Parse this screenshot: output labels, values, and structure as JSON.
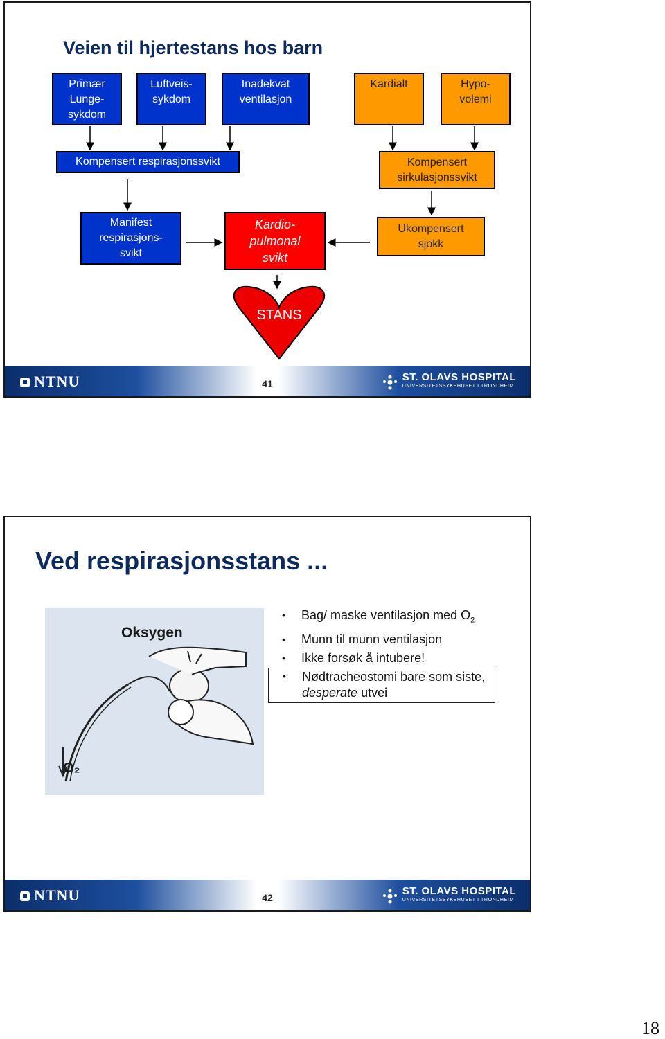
{
  "slide1": {
    "title": "Veien til hjertestans hos barn",
    "row1": [
      "Primær\nLunge-\nsykdom",
      "Luftveis-\nsykdom",
      "Inadekvat\nventilasjon",
      "Kardialt",
      "Hypo-\nvolemi"
    ],
    "comp_resp": "Kompensert respirasjonssvikt",
    "comp_circ": "Kompensert\nsirkulasjonssvikt",
    "manifest": "Manifest\nrespirasjons-\nsvikt",
    "kardio": "Kardio-\npulmonal\nsvikt",
    "ukomp": "Ukompensert\nsjokk",
    "stans": "STANS",
    "page": "41"
  },
  "slide2": {
    "title": "Ved respirasjonsstans ...",
    "picture_label": "Oksygen",
    "picture_o2": "O₂",
    "bullet1": "Bag/ maske ventilasjon med O",
    "bullet1_sub": "2",
    "bullet2": "Munn til munn ventilasjon",
    "bullet3": "Ikke forsøk å intubere!",
    "bullet4": "Nødtracheostomi bare som siste,",
    "bullet4_em": "desperate",
    "bullet4_rest": " utvei",
    "page": "42"
  },
  "footer": {
    "ntnu": "NTNU",
    "hospital": "ST. OLAVS HOSPITAL",
    "hospital_sub": "UNIVERSITETSSYKEHUSET I TRONDHEIM"
  },
  "page_number": "18",
  "colors": {
    "blue": "#0033cc",
    "orange": "#ff9900",
    "red": "#ff0000",
    "navy": "#0d2a5c"
  }
}
